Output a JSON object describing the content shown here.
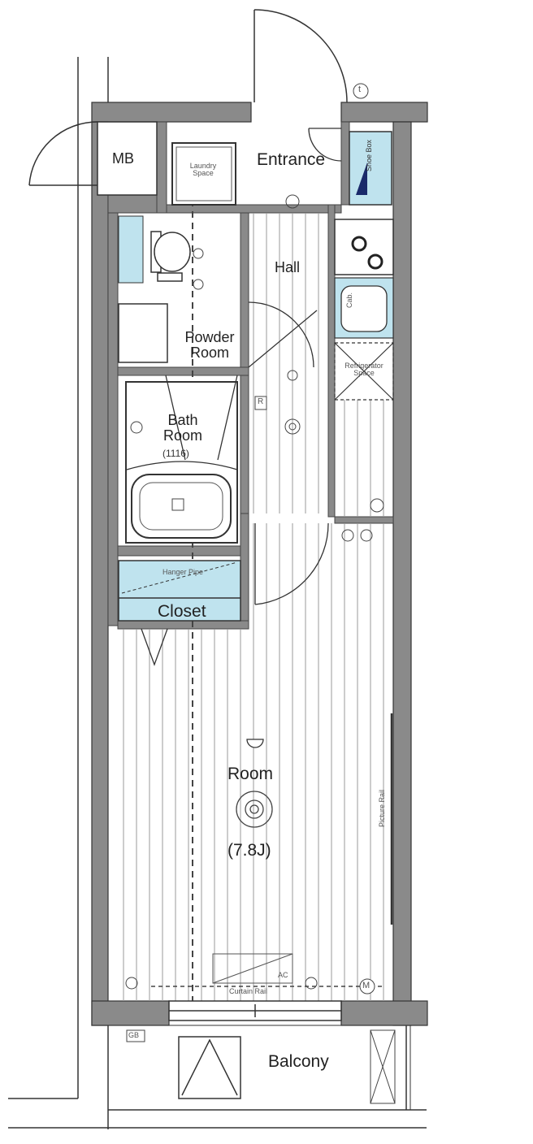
{
  "rooms": {
    "mb": "MB",
    "entrance": "Entrance",
    "shoe_box": "Shoe Box",
    "laundry_space": "Laundry Space",
    "hall": "Hall",
    "powder_room": "Powder Room",
    "bath_room": "Bath Room",
    "bath_size": "(1116)",
    "closet": "Closet",
    "room": "Room",
    "room_size": "(7.8J)",
    "balcony": "Balcony"
  },
  "fixtures": {
    "refrigerator_space": "Refrigerator Space",
    "cabinet": "Cab.",
    "receptacle": "R",
    "gb": "GB",
    "meter": "M",
    "terminal": "t",
    "curtain_rail": "Curtain Rail",
    "ac": "AC",
    "hanger_pipe": "Hanger Pipe",
    "picture_rail": "Picture Rail"
  },
  "colors": {
    "wall": "#8a8a8a",
    "storage": "#bfe3ee",
    "line": "#333333"
  }
}
